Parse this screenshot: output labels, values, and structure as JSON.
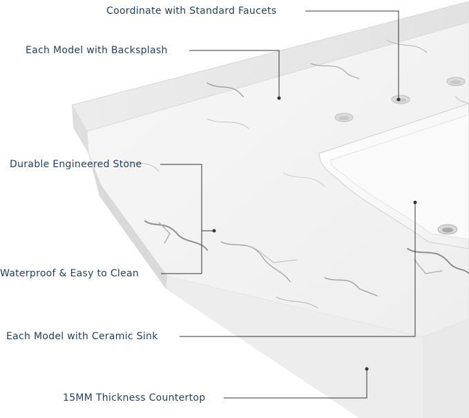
{
  "colors": {
    "label_text": "#1d3d5e",
    "leader_line": "#333333",
    "background": "#ffffff",
    "marble": "#f2f2f2",
    "marble_vein": "#9a9a9a",
    "sink": "#ffffff"
  },
  "callouts": [
    {
      "id": "faucets",
      "text": "Coordinate with Standard Faucets"
    },
    {
      "id": "backsplash",
      "text": "Each Model with Backsplash"
    },
    {
      "id": "stone",
      "text": "Durable Engineered Stone"
    },
    {
      "id": "waterproof",
      "text": "Waterproof & Easy to Clean"
    },
    {
      "id": "ceramic-sink",
      "text": "Each Model with Ceramic Sink"
    },
    {
      "id": "thickness",
      "text": "15MM Thickness Countertop"
    }
  ]
}
